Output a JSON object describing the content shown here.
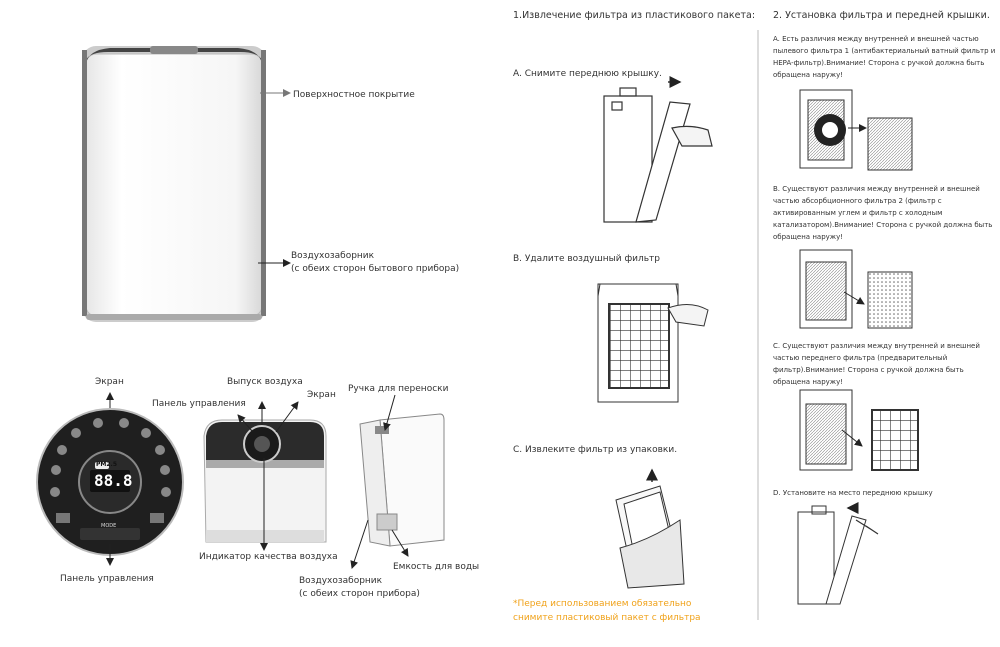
{
  "labels": {
    "surface": "Поверхностное покрытие",
    "intake_line1": "Воздухозаборник",
    "intake_line2": "(с обеих сторон бытового прибора)",
    "screen_left": "Экран",
    "control_panel_top": "Панель управления",
    "air_outlet": "Выпуск воздуха",
    "screen_right": "Экран",
    "handle": "Ручка для переноски",
    "quality_indicator": "Индикатор качества воздуха",
    "intake2_line1": "Воздухозаборник",
    "intake2_line2": "(с обеих сторон прибора)",
    "water_tank": "Емкость для воды",
    "control_panel_bottom": "Панель управления"
  },
  "display": {
    "digits": "88.8",
    "badge": "PM2.5",
    "mode": "MODE"
  },
  "section1": {
    "title": "1.Извлечение фильтра из пластикового пакета:",
    "step_a": "A. Снимите переднюю крышку.",
    "step_b": "B. Удалите воздушный фильтр",
    "step_c": "C. Извлеките фильтр из упаковки.",
    "note_line1": "*Перед использованием обязательно",
    "note_line2": "снимите пластиковый пакет с фильтра"
  },
  "section2": {
    "title": "2. Установка фильтра и передней крышки.",
    "a_lines": [
      "A. Есть различия между внутренней и внешней частью",
      "пылевого фильтра 1 (антибактериальный ватный фильтр и",
      "HEPA-фильтр).Внимание! Сторона с ручкой должна быть",
      "обращена наружу!"
    ],
    "b_lines": [
      "B. Существуют различия между внутренней и внешней",
      "частью абсорбционного фильтра 2 (фильтр с",
      "активированным углем и фильтр с холодным",
      "катализатором).Внимание! Сторона с ручкой должна быть",
      "обращена наружу!"
    ],
    "c_lines": [
      "C. Существуют различия между внутренней и внешней",
      "частью переднего фильтра (предварительный",
      "фильтр).Внимание! Сторона с ручкой должна быть",
      "обращена наружу!"
    ],
    "d_line": "D. Установите на место переднюю крышку"
  },
  "colors": {
    "text": "#333333",
    "note": "#f0a21a",
    "panel_dark": "#1f1f1f",
    "device_frame": "#9a9a9a"
  }
}
